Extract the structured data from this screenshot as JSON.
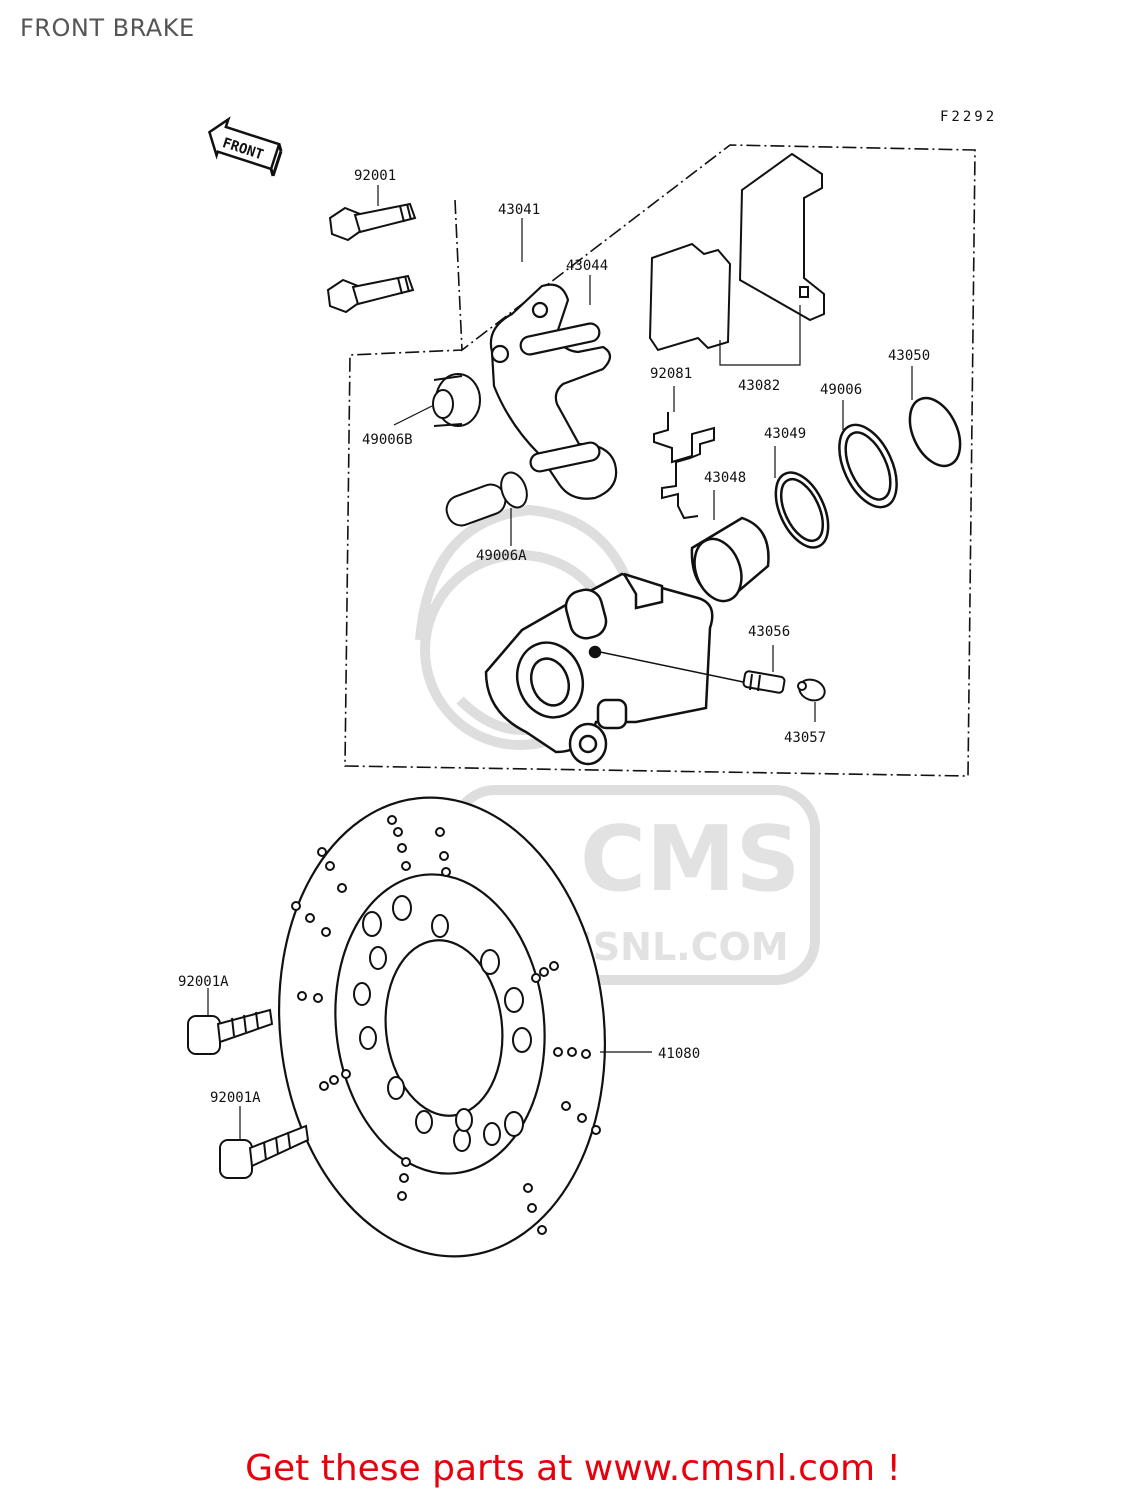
{
  "page": {
    "title": "FRONT BRAKE",
    "figure_code": "F2292",
    "front_arrow_label": "FRONT"
  },
  "parts": [
    {
      "id": "92001",
      "label": "92001"
    },
    {
      "id": "43041",
      "label": "43041"
    },
    {
      "id": "43044",
      "label": "43044"
    },
    {
      "id": "43082",
      "label": "43082"
    },
    {
      "id": "43050",
      "label": "43050"
    },
    {
      "id": "92081",
      "label": "92081"
    },
    {
      "id": "49006",
      "label": "49006"
    },
    {
      "id": "43049",
      "label": "43049"
    },
    {
      "id": "49006B",
      "label": "49006B"
    },
    {
      "id": "43048",
      "label": "43048"
    },
    {
      "id": "49006A",
      "label": "49006A"
    },
    {
      "id": "43056",
      "label": "43056"
    },
    {
      "id": "43057",
      "label": "43057"
    },
    {
      "id": "92001A-upper",
      "label": "92001A"
    },
    {
      "id": "92001A-lower",
      "label": "92001A"
    },
    {
      "id": "41080",
      "label": "41080"
    }
  ],
  "watermark": {
    "brand": "CMS",
    "url": "WWW.CMSNL.COM"
  },
  "promo": {
    "text": "Get these parts at www.cmsnl.com !",
    "color": "#e8000d"
  },
  "colors": {
    "line": "#111111",
    "watermark": "#dcdcdc"
  }
}
